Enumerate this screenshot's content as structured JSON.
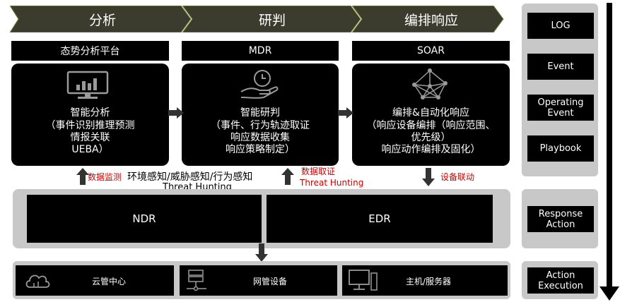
{
  "phases": [
    {
      "label": "分析"
    },
    {
      "label": "研判"
    },
    {
      "label": "编排响应"
    }
  ],
  "columns": [
    {
      "header": "态势分析平台",
      "title": "智能分析",
      "lines": "（事件识别推理预测\n情报关联\nUEBA）",
      "icon": "monitor-chart-icon"
    },
    {
      "header": "MDR",
      "title": "智能研判",
      "lines": "（事件、行为轨迹取证\n响应数据收集\n响应策略制定）",
      "icon": "clock-hand-icon"
    },
    {
      "header": "SOAR",
      "title": "编排&自动化响应",
      "lines": "（响应设备编排（响应范围、\n优先级）\n响应动作编排及固化）",
      "icon": "network-mesh-icon"
    }
  ],
  "labels": {
    "data_monitor": "数据监测",
    "env_awareness": "环境感知/威胁感知/行为感知",
    "threat_hunting_black": "Threat Hunting",
    "data_forensics": "数据取证",
    "threat_hunting_red": "Threat Hunting",
    "device_linkage": "设备联动"
  },
  "inner": {
    "ndr": "NDR",
    "edr": "EDR"
  },
  "bottom": [
    {
      "label": "云管中心",
      "icon": "cloud-icon"
    },
    {
      "label": "网管设备",
      "icon": "server-icon"
    },
    {
      "label": "主机/服务器",
      "icon": "computer-icon"
    }
  ],
  "side": {
    "top": [
      "LOG",
      "Event",
      "Operating\nEvent",
      "Playbook"
    ],
    "middle": "Response\nAction",
    "bottom": "Action\nExecution"
  },
  "colors": {
    "chevron": "#3b3b2e",
    "accent_red": "#cc0000",
    "panel_gray": "#c8c8c8"
  }
}
